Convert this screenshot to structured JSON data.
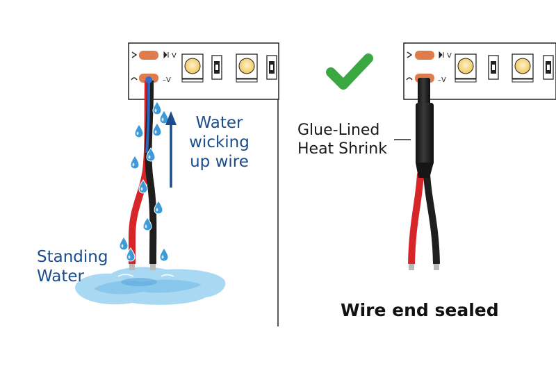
{
  "left_panel": {
    "strip_labels": {
      "top": "V",
      "bottom": "–V"
    },
    "wicking_label": [
      "Water",
      "wicking",
      "up wire"
    ],
    "standing_label": [
      "Standing",
      "Water"
    ]
  },
  "right_panel": {
    "strip_labels": {
      "top": "V",
      "bottom": "–V"
    },
    "heat_shrink_label": [
      "Glue-Lined",
      "Heat Shrink"
    ],
    "caption": "Wire end sealed"
  },
  "colors": {
    "water_blue": "#1b4d8c",
    "drop_blue": "#3d9ad6",
    "puddle": "#a9d8f2",
    "check_green": "#3aa841",
    "red_wire": "#d7262a",
    "black_wire": "#1e1e1e",
    "pad_orange": "#e07b4c",
    "led_yellow": "#f4d27a"
  }
}
